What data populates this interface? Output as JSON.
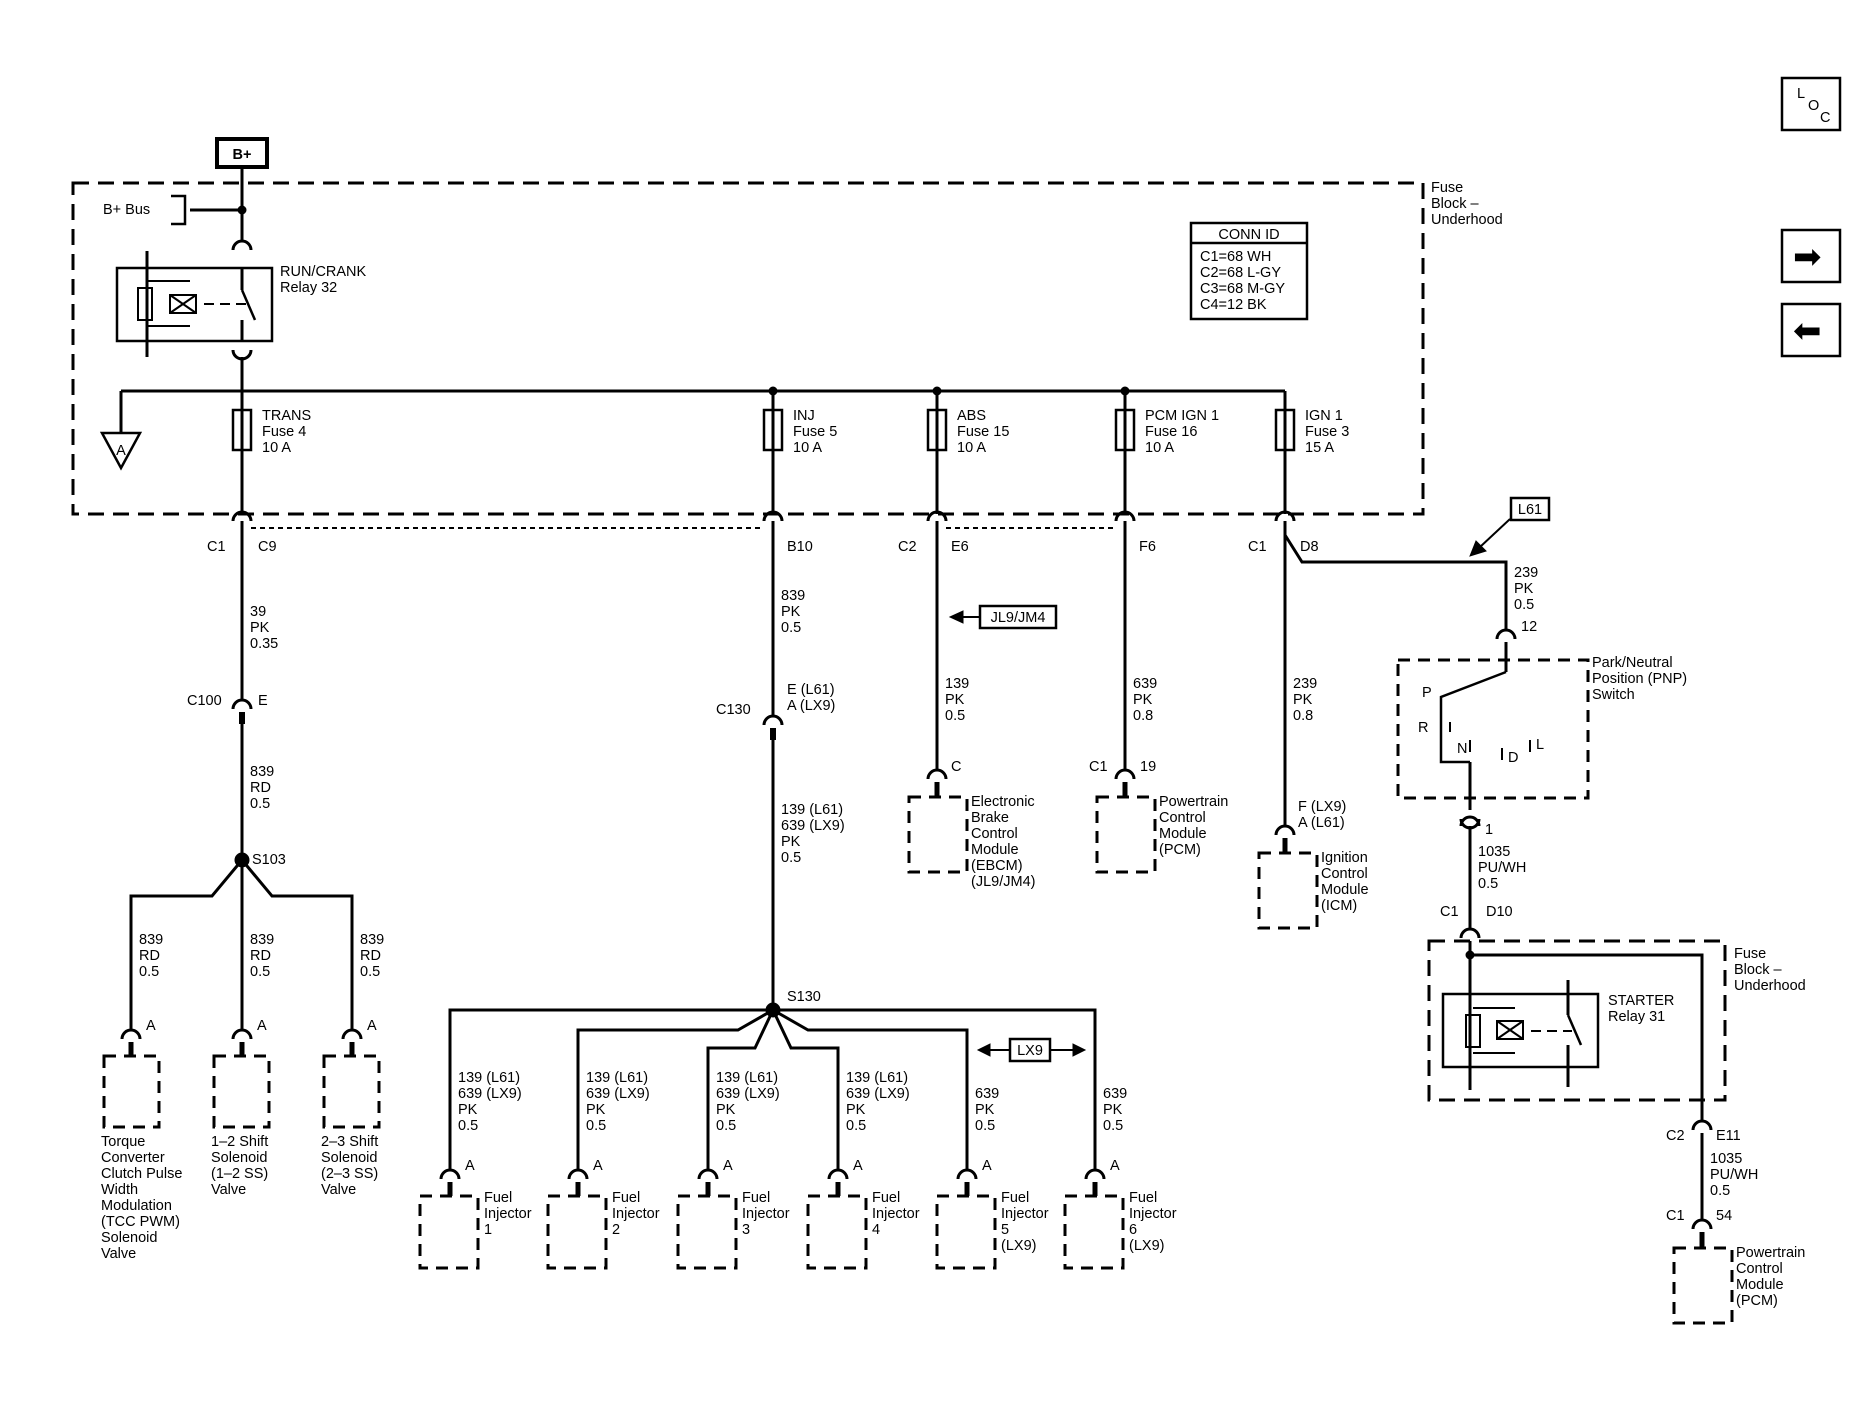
{
  "power_source": "B+",
  "bus_label": "B+ Bus",
  "fuse_block_top": [
    "Fuse",
    "Block –",
    "Underhood"
  ],
  "fuse_block_bottom": [
    "Fuse",
    "Block –",
    "Underhood"
  ],
  "relay_runcrank": [
    "RUN/CRANK",
    "Relay 32"
  ],
  "relay_starter": [
    "STARTER",
    "Relay 31"
  ],
  "ground_ref": "A",
  "conn_id": {
    "title": "CONN ID",
    "lines": [
      "C1=68 WH",
      "C2=68 L-GY",
      "C3=68 M-GY",
      "C4=12 BK"
    ]
  },
  "fuses": [
    {
      "name": "TRANS",
      "fuse": "Fuse 4",
      "rating": "10 A"
    },
    {
      "name": "INJ",
      "fuse": "Fuse 5",
      "rating": "10 A"
    },
    {
      "name": "ABS",
      "fuse": "Fuse 15",
      "rating": "10 A"
    },
    {
      "name": "PCM IGN 1",
      "fuse": "Fuse 16",
      "rating": "10 A"
    },
    {
      "name": "IGN 1",
      "fuse": "Fuse 3",
      "rating": "15 A"
    }
  ],
  "pins": {
    "trans_c1": "C1",
    "trans_c9": "C9",
    "inj_b10": "B10",
    "abs_c2": "C2",
    "abs_e6": "E6",
    "pcm_f6": "F6",
    "ign_c1": "C1",
    "ign_d8": "D8",
    "c100": "C100",
    "c100_pin": "E",
    "c130": "C130",
    "c130_pin": [
      "E (L61)",
      "A (LX9)"
    ],
    "ebcm_pin": "C",
    "pcm_c1": "C1",
    "pcm_pin": "19",
    "icm_pin": [
      "F (LX9)",
      "A (L61)"
    ],
    "pnp_pin12": "12",
    "pnp_pin1": "1",
    "starter_c1": "C1",
    "starter_d10": "D10",
    "starter_c2": "C2",
    "starter_e11": "E11",
    "pcm2_c1": "C1",
    "pcm2_pin": "54",
    "sol_pin": "A",
    "inj_pin": "A"
  },
  "wires": {
    "trans1": [
      "39",
      "PK",
      "0.35"
    ],
    "trans2": [
      "839",
      "RD",
      "0.5"
    ],
    "inj1": [
      "839",
      "PK",
      "0.5"
    ],
    "inj2": [
      "139 (L61)",
      "639 (LX9)",
      "PK",
      "0.5"
    ],
    "abs": [
      "139",
      "PK",
      "0.5"
    ],
    "pcm": [
      "639",
      "PK",
      "0.8"
    ],
    "ign": [
      "239",
      "PK",
      "0.8"
    ],
    "pnp_in": [
      "239",
      "PK",
      "0.5"
    ],
    "pnp_out": [
      "1035",
      "PU/WH",
      "0.5"
    ],
    "starter_out": [
      "1035",
      "PU/WH",
      "0.5"
    ],
    "sol": [
      "839",
      "RD",
      "0.5"
    ],
    "inj_a": [
      "139 (L61)",
      "639 (LX9)",
      "PK",
      "0.5"
    ],
    "inj_b": [
      "639",
      "PK",
      "0.5"
    ]
  },
  "splices": {
    "s103": "S103",
    "s130": "S130"
  },
  "option_tags": {
    "jl9": "JL9/JM4",
    "l61": "L61",
    "lx9": "LX9"
  },
  "solenoids": [
    [
      "Torque",
      "Converter",
      "Clutch Pulse",
      "Width",
      "Modulation",
      "(TCC PWM)",
      "Solenoid",
      "Valve"
    ],
    [
      "1–2 Shift",
      "Solenoid",
      "(1–2 SS)",
      "Valve"
    ],
    [
      "2–3 Shift",
      "Solenoid",
      "(2–3 SS)",
      "Valve"
    ]
  ],
  "injectors": [
    [
      "Fuel",
      "Injector",
      "1"
    ],
    [
      "Fuel",
      "Injector",
      "2"
    ],
    [
      "Fuel",
      "Injector",
      "3"
    ],
    [
      "Fuel",
      "Injector",
      "4"
    ],
    [
      "Fuel",
      "Injector",
      "5",
      "(LX9)"
    ],
    [
      "Fuel",
      "Injector",
      "6",
      "(LX9)"
    ]
  ],
  "modules": {
    "ebcm": [
      "Electronic",
      "Brake",
      "Control",
      "Module",
      "(EBCM)",
      "(JL9/JM4)"
    ],
    "pcm": [
      "Powertrain",
      "Control",
      "Module",
      "(PCM)"
    ],
    "icm": [
      "Ignition",
      "Control",
      "Module",
      "(ICM)"
    ],
    "pcm2": [
      "Powertrain",
      "Control",
      "Module",
      "(PCM)"
    ]
  },
  "pnp_switch": {
    "label": [
      "Park/Neutral",
      "Position (PNP)",
      "Switch"
    ],
    "positions": [
      "P",
      "R",
      "N",
      "D",
      "L"
    ]
  },
  "nav": {
    "loc": [
      "L",
      "O",
      "C"
    ],
    "next_glyph": "➡",
    "prev_glyph": "⬅"
  }
}
